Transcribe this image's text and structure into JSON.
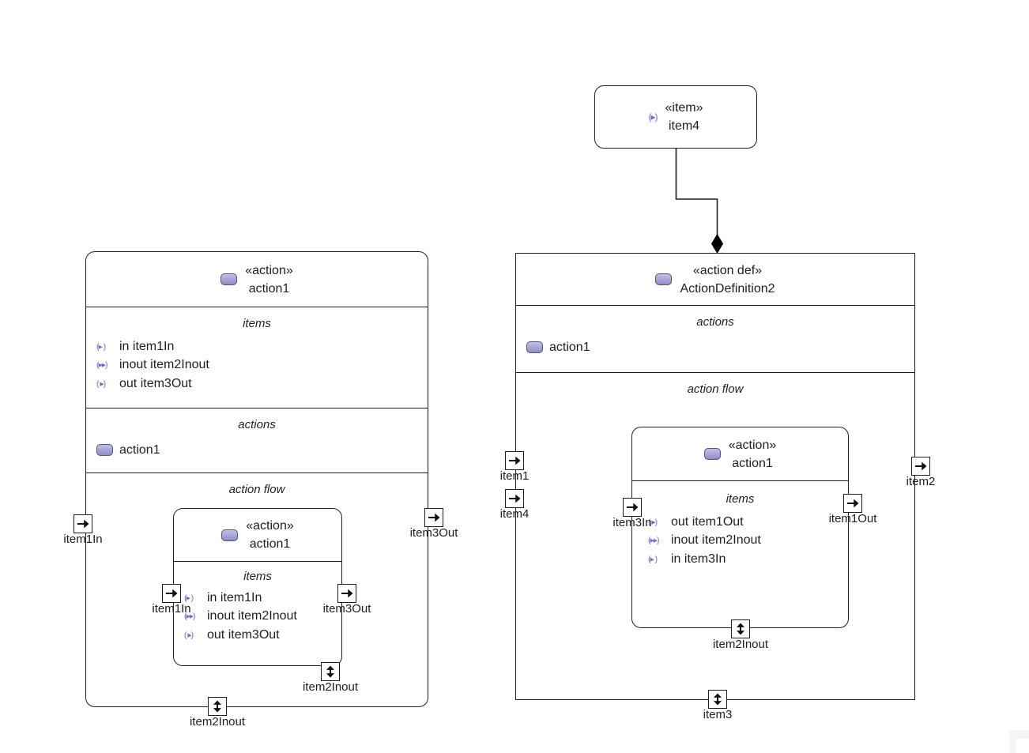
{
  "colors": {
    "accent_purple": "#9a97d0",
    "line": "#1f1f1f",
    "watermark_gray": "#f5f5f5"
  },
  "item4_node": {
    "icon": "(▸)",
    "stereotype": "«item»",
    "name": "item4"
  },
  "left_block": {
    "stereotype": "«action»",
    "name": "action1",
    "compartments": {
      "items": "items",
      "actions": "actions",
      "action_flow": "action flow"
    },
    "items": [
      {
        "icon": "(▸ )",
        "label": "in item1In"
      },
      {
        "icon": "(▸▸)",
        "label": "inout item2Inout"
      },
      {
        "icon": "( ▸)",
        "label": "out item3Out"
      }
    ],
    "actions": [
      {
        "label": "action1"
      }
    ],
    "ports": {
      "left": "item1In",
      "right": "item3Out",
      "bottom": "item2Inout"
    },
    "inner_action": {
      "stereotype": "«action»",
      "name": "action1",
      "items_title": "items",
      "items": [
        {
          "icon": "(▸ )",
          "label": "in item1In"
        },
        {
          "icon": "(▸▸)",
          "label": "inout item2Inout"
        },
        {
          "icon": "( ▸)",
          "label": "out item3Out"
        }
      ],
      "ports": {
        "left": "item1In",
        "right": "item3Out",
        "bottom": "item2Inout"
      }
    }
  },
  "right_block": {
    "stereotype": "«action def»",
    "name": "ActionDefinition2",
    "compartments": {
      "actions": "actions",
      "action_flow": "action flow"
    },
    "actions": [
      {
        "label": "action1"
      }
    ],
    "ports": {
      "left1": "item1",
      "left2": "item4",
      "right": "item2",
      "bottom": "item3"
    },
    "inner_action": {
      "stereotype": "«action»",
      "name": "action1",
      "items_title": "items",
      "items": [
        {
          "icon": "( ▸)",
          "label": "out item1Out"
        },
        {
          "icon": "(▸▸)",
          "label": "inout item2Inout"
        },
        {
          "icon": "(▸ )",
          "label": "in item3In"
        }
      ],
      "ports": {
        "left": "item3In",
        "right": "item1Out",
        "bottom": "item2Inout"
      }
    }
  }
}
